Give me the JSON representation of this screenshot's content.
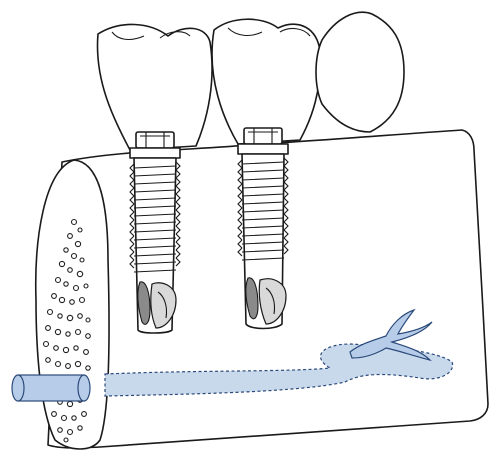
{
  "figure": {
    "colors": {
      "line": "#1a1a1a",
      "nerve_fill": "#c9d9ec",
      "nerve_stroke": "#2b4a7a",
      "nerve_canal_fill": "#b7cce8",
      "background": "#ffffff"
    },
    "parts": {
      "crowns": [
        "crown-1",
        "crown-2",
        "crown-3"
      ],
      "implants": [
        "implant-1",
        "implant-2"
      ],
      "bone": "mandible-block",
      "nerve": "inferior-alveolar-nerve"
    }
  }
}
